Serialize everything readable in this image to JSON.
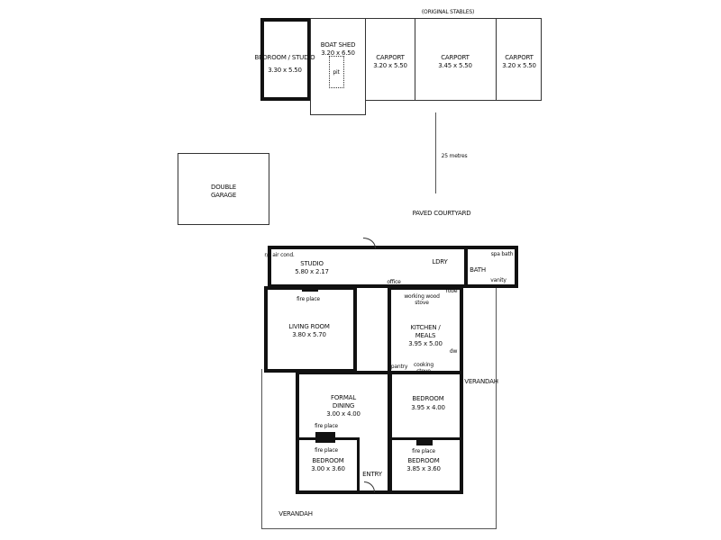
{
  "outbuildings": {
    "stables_note": "(ORIGINAL STABLES)",
    "bedroom_studio": {
      "name": "BEDROOM / STUDIO",
      "size": "3.30 x 5.50"
    },
    "boat_shed": {
      "name": "BOAT SHED",
      "size": "3.20 x 6.50",
      "pit": "pit"
    },
    "carports": [
      {
        "name": "CARPORT",
        "size": "3.20 x 5.50"
      },
      {
        "name": "CARPORT",
        "size": "3.45 x 5.50"
      },
      {
        "name": "CARPORT",
        "size": "3.20 x 5.50"
      }
    ],
    "distance": "25 metres",
    "garage": "DOUBLE GARAGE",
    "courtyard": "PAVED COURTYARD"
  },
  "house": {
    "studio": {
      "name": "STUDIO",
      "size": "5.80 x 2.17",
      "note": "r/c air cond."
    },
    "ldry": "LDRY",
    "bath": "BATH",
    "spa": "spa bath",
    "vanity": "vanity",
    "office": "office",
    "living": {
      "name": "LIVING ROOM",
      "size": "3.80 x 5.70",
      "fireplace": "fire place"
    },
    "kitchen": {
      "name": "KITCHEN / MEALS",
      "size": "3.95 x 5.00",
      "stove": "working wood stove",
      "pantry": "pantry",
      "cooker": "cooking stove",
      "dw": "dw",
      "robe": "robe"
    },
    "dining": {
      "name": "FORMAL DINING",
      "size": "3.00 x 4.00",
      "fireplace": "fire place"
    },
    "bedroom1": {
      "name": "BEDROOM",
      "size": "3.95 x 4.00"
    },
    "bedroom2": {
      "name": "BEDROOM",
      "size": "3.00 x 3.60",
      "fireplace": "fire place"
    },
    "bedroom3": {
      "name": "BEDROOM",
      "size": "3.85 x 3.60",
      "fireplace": "fire place"
    },
    "entry": "ENTRY",
    "verandah_east": "VERANDAH",
    "verandah_south": "VERANDAH"
  }
}
